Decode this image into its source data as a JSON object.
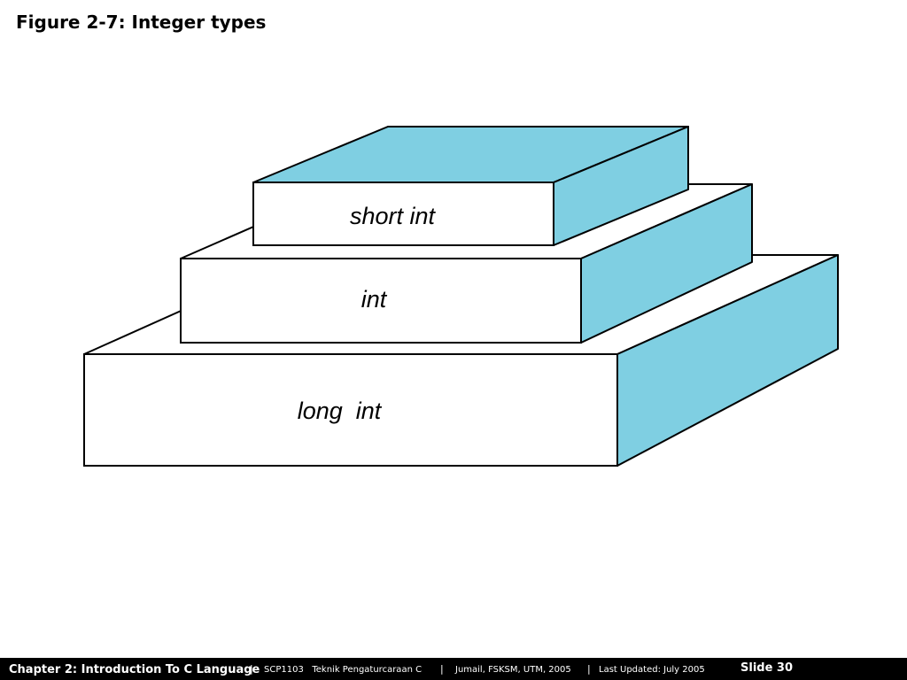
{
  "slide": {
    "title": "Figure 2-7: Integer types"
  },
  "diagram": {
    "boxes": [
      {
        "label": "long  int"
      },
      {
        "label": "int"
      },
      {
        "label": "short int"
      }
    ],
    "colors": {
      "side": "#7fcfe2",
      "front": "#ffffff",
      "stroke": "#000000"
    }
  },
  "footer": {
    "chapter": "Chapter 2: Introduction To C Language",
    "separator": "|",
    "course": "SCP1103   Teknik Pengaturcaraan C",
    "author": "Jumail, FSKSM, UTM, 2005",
    "updated": "Last Updated: July 2005",
    "slide": "Slide 30"
  }
}
